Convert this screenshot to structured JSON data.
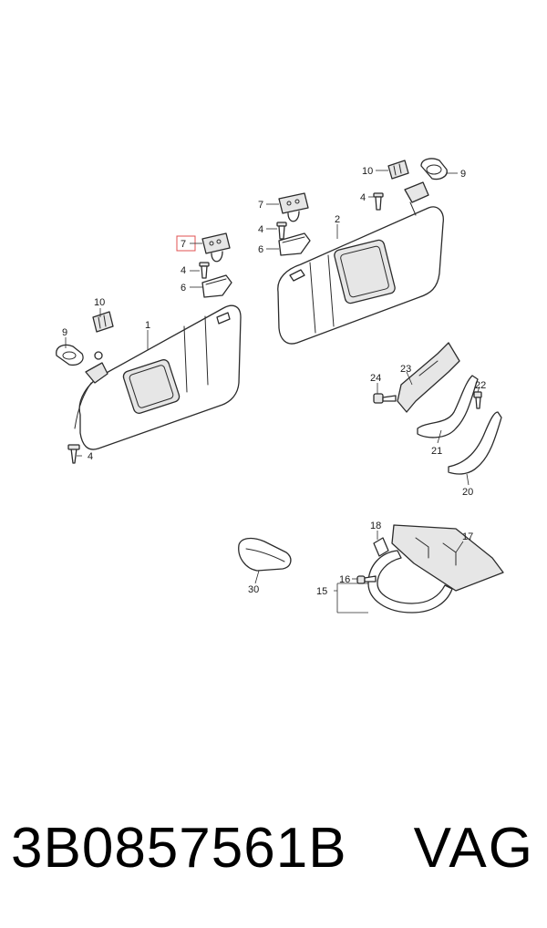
{
  "diagram": {
    "callouts": {
      "c1": "1",
      "c2": "2",
      "c4a": "4",
      "c4b": "4",
      "c4c": "4",
      "c4d": "4",
      "c6a": "6",
      "c6b": "6",
      "c7a": "7",
      "c7b": "7",
      "c9a": "9",
      "c9b": "9",
      "c10a": "10",
      "c10b": "10",
      "c15": "15",
      "c16": "16",
      "c17": "17",
      "c18": "18",
      "c20": "20",
      "c21": "21",
      "c22": "22",
      "c23": "23",
      "c24": "24",
      "c30": "30"
    },
    "highlight_callout": "7",
    "highlight_color": "#e05050"
  },
  "footer": {
    "part_number": "3B0857561B",
    "brand": "VAG"
  }
}
